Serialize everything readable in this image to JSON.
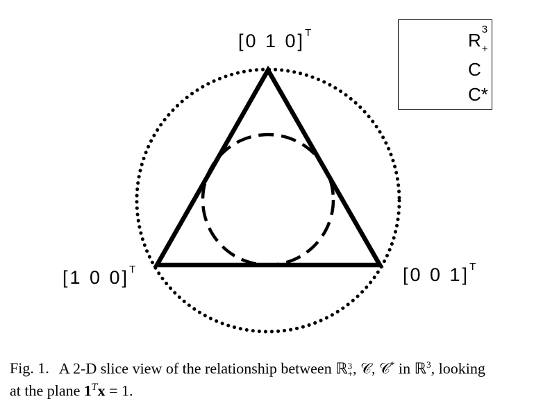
{
  "figure": {
    "vertex_labels": {
      "top": {
        "text": "[0 1 0]",
        "sup": "T"
      },
      "left": {
        "text": "[1 0 0]",
        "sup": "T"
      },
      "right": {
        "text": "[0 0 1]",
        "sup": "T"
      }
    },
    "legend": {
      "items": [
        {
          "base": "R",
          "sup": "3",
          "sub": "+",
          "style": "solid"
        },
        {
          "base": "C",
          "sup": "",
          "sub": "",
          "style": "dashed"
        },
        {
          "base": "C*",
          "sup": "",
          "sub": "",
          "style": "dotted"
        }
      ]
    },
    "colors": {
      "stroke": "#000000",
      "background": "#ffffff"
    }
  },
  "caption": {
    "label": "Fig. 1.",
    "text_part1": "A 2-D slice view of the relationship between ℝ",
    "rplus_sup": "3",
    "rplus_sub": "+",
    "text_part2": ", 𝒞, 𝒞",
    "cstar_sup": "*",
    "text_part3": " in ℝ",
    "r3_sup": "3",
    "text_part4": ", looking",
    "line2_part1": "at the plane ",
    "line2_bold": "1",
    "line2_sup": "T",
    "line2_x": "x",
    "line2_part2": " = 1."
  }
}
